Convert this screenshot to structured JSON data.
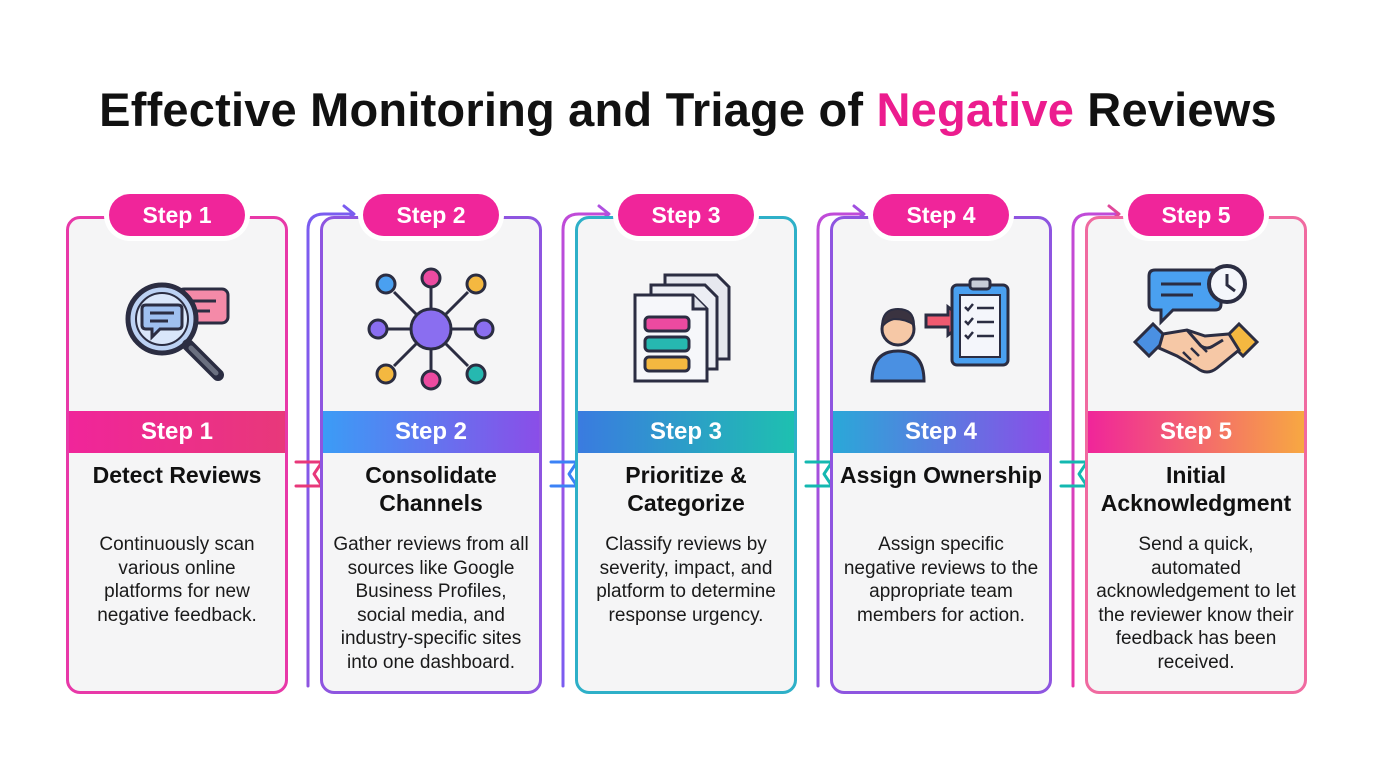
{
  "title": {
    "prefix": "Effective Monitoring and Triage of ",
    "highlight": "Negative",
    "suffix": " Reviews"
  },
  "colors": {
    "pink": "#f0259a",
    "magenta": "#e838a8",
    "purple": "#8e55e0",
    "blue": "#3b82f6",
    "teal": "#14b8b0",
    "orange": "#f59e3b"
  },
  "steps": [
    {
      "pill": "Step 1",
      "band": "Step 1",
      "icon": "magnifier-chat-icon",
      "title": "Detect Reviews",
      "desc": "Continuously scan various online platforms for new negative feedback."
    },
    {
      "pill": "Step 2",
      "band": "Step 2",
      "icon": "network-hub-icon",
      "title": "Consolidate Channels",
      "desc": "Gather reviews from all sources like Google Business Profiles, social media, and industry-specific sites into one dashboard."
    },
    {
      "pill": "Step 3",
      "band": "Step 3",
      "icon": "stacked-documents-icon",
      "title": "Prioritize & Categorize",
      "desc": "Classify reviews by severity, impact, and platform to determine response urgency."
    },
    {
      "pill": "Step 4",
      "band": "Step 4",
      "icon": "person-clipboard-icon",
      "title": "Assign Ownership",
      "desc": "Assign specific negative reviews to the appropriate team members for action."
    },
    {
      "pill": "Step 5",
      "band": "Step 5",
      "icon": "handshake-chat-clock-icon",
      "title": "Initial Acknowledgment",
      "desc": "Send a quick, automated acknowledgement to let the reviewer know their feedback has been received."
    }
  ]
}
